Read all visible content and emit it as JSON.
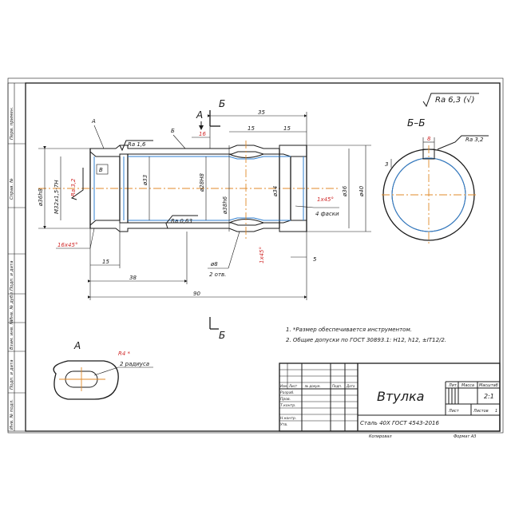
{
  "surface_finish": {
    "general": "Ra 6,3 (√)"
  },
  "views": {
    "main": {
      "dims": {
        "d35": "35",
        "d15a": "15",
        "d15b": "15",
        "d16": "16",
        "d90": "90",
        "d38": "38",
        "d15bot": "15",
        "d5": "5",
        "dia36h8": "ø36h8",
        "thread": "M32x1,5-7H",
        "dia33": "ø33",
        "dia28H8": "ø28H8",
        "dia38h6": "ø38h6",
        "dia34": "ø34",
        "dia36": "ø36",
        "dia40": "ø40",
        "dia8": "ø8",
        "chamfer_left": "16x45°",
        "chamfer_right": "1x45°",
        "chamfer_right_note": "4 фаски",
        "chamfer_bottom": "1x45°",
        "holes": "2 отв."
      },
      "roughness": {
        "ra16": "Ra 1,6",
        "ra32": "Ra 3,2",
        "ra063": "Ra 0,63"
      },
      "labels": {
        "A": "A",
        "B_cyr": "Б",
        "V": "В",
        "Bleader": "Б"
      }
    },
    "section": {
      "title": "Б–Б",
      "dims": {
        "d8": "8",
        "d3": "3"
      },
      "roughness": "Ra 3,2"
    },
    "detail": {
      "title": "A",
      "radius": "R4 *",
      "note": "2 радиуса"
    },
    "cut_marks": {
      "arrow_label": "A",
      "b_top": "Б",
      "b_bottom": "Б"
    }
  },
  "notes": [
    "1. *Размер обеспечивается инструментом.",
    "2. Общие допуски по ГОСТ 30893.1: H12, h12, ±IT12/2."
  ],
  "title_block": {
    "name": "Втулка",
    "material": "Сталь 40Х ГОСТ 4543-2016",
    "scale_header": "Масштаб",
    "mass_header": "Масса",
    "lit_header": "Лит.",
    "scale_value": "2:1",
    "sheet_label": "Лист",
    "sheets_label": "Листов",
    "sheets_value": "1",
    "rows": [
      "Изм.",
      "Лист",
      "№ докум.",
      "Подп.",
      "Дата"
    ],
    "roles": [
      "Разраб.",
      "Пров.",
      "Т.контр.",
      "",
      "Н.контр.",
      "Утв."
    ],
    "copied": "Копировал",
    "format": "Формат  A3"
  },
  "side_strip": [
    "Перв. примен.",
    "Справ. №",
    "Подп. и дата",
    "Инв. № дубл.",
    "Взам. инв. №",
    "Подп. и дата",
    "Инв. № подл."
  ],
  "colors": {
    "line": "#1a1a1a",
    "hidden": "#2f7fd0",
    "axis": "#e08a2a",
    "dim_red": "#d02a2a"
  }
}
